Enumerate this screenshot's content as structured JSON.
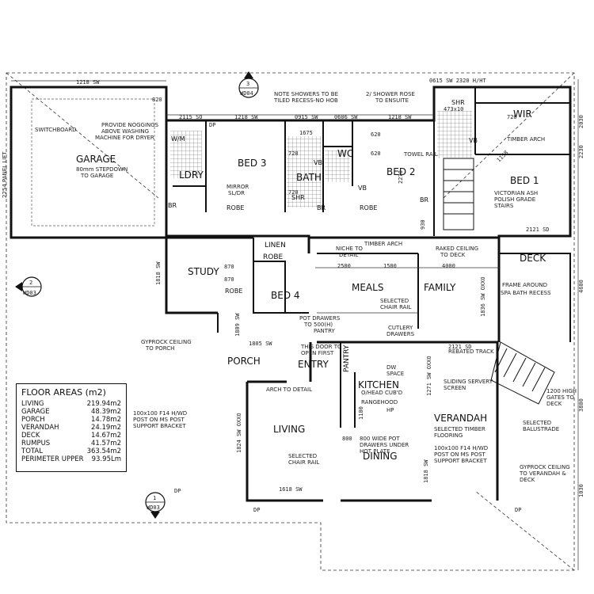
{
  "rooms": {
    "garage": "GARAGE",
    "ldry": "LDRY",
    "bed3": "BED 3",
    "bath": "BATH",
    "wc": "WC",
    "bed2": "BED 2",
    "wir": "WIR",
    "bed1": "BED 1",
    "study": "STUDY",
    "linen": "LINEN",
    "robe": "ROBE",
    "bed4": "BED 4",
    "meals": "MEALS",
    "family": "FAMILY",
    "deck": "DECK",
    "porch": "PORCH",
    "entry": "ENTRY",
    "pantry": "PANTRY",
    "kitchen": "KITCHEN",
    "verandah": "VERANDAH",
    "living": "LIVING",
    "dining": "DINING",
    "wm": "W/M",
    "br": "BR",
    "shr": "SHR",
    "vb": "VB"
  },
  "sections": {
    "s3": {
      "num": "3",
      "ref": "WD04"
    },
    "s2": {
      "num": "2",
      "ref": "WD03"
    },
    "s1": {
      "num": "1",
      "ref": "WD03"
    }
  },
  "notes": {
    "switchboard": "SWITCHBOARD",
    "noggings1": "PROVIDE NOGGINGS",
    "noggings2": "ABOVE WASHING",
    "noggings3": "MACHINE FOR DRYER",
    "stepdown1": "80mm STEPDOWN",
    "stepdown2": "TO GARAGE",
    "showers1": "NOTE SHOWERS TO BE",
    "showers2": "TILED RECESS-NO HOB",
    "rose1": "2/ SHOWER ROSE",
    "rose2": "TO ENSUITE",
    "towel": "TOWEL RAIL",
    "mirror1": "MIRROR",
    "mirror2": "SL/DR",
    "vicash1": "VICTORIAN ASH",
    "vicash2": "POLISH GRADE",
    "vicash3": "STAIRS",
    "timberarch1": "TIMBER ARCH",
    "timberarch2": "TIMBER ARCH",
    "niche1": "NICHE TO",
    "niche2": "DETAIL",
    "raked1": "RAKED CEILING",
    "raked2": "TO DECK",
    "frame1": "FRAME AROUND",
    "frame2": "SPA BATH RECESS",
    "chair1": "SELECTED",
    "chair2": "CHAIR RAIL",
    "potdrawers1": "POT DRAWERS",
    "potdrawers2": "TO 500(H)",
    "potdrawers3": "PANTRY",
    "cutlery1": "CUTLERY",
    "cutlery2": "DRAWERS",
    "rebated": "REBATED TRACK",
    "sliding1": "SLIDING SERVERY",
    "sliding2": "SCREEN",
    "gyproc1": "GYPROCK CEILING",
    "gyproc2": "TO PORCH",
    "door1": "THIS DOOR TO",
    "door2": "OPEN FIRST",
    "arch": "ARCH TO DETAIL",
    "overhead1": "O/HEAD CUB'D",
    "rangehood": "RANGEHOOD",
    "post1": "100x100 F14 H/WD",
    "post2": "POST ON MS POST",
    "post3": "SUPPORT BRACKET",
    "timberfloor1": "SELECTED TIMBER",
    "timberfloor2": "FLOORING",
    "post4": "100x100 F14 H/WD",
    "post5": "POST ON MS POST",
    "post6": "SUPPORT BRACKET",
    "gates1": "1200 HIGH",
    "gates2": "GATES TO",
    "gates3": "DECK",
    "balustrade1": "SELECTED",
    "balustrade2": "BALUSTRADE",
    "gyproc3": "GYPROCK CEILING",
    "gyproc4": "TO VERANDAH &",
    "gyproc5": "DECK",
    "wide1": "800 WIDE POT",
    "wide2": "DRAWERS UNDER",
    "wide3": "HOT PLATE",
    "chair3": "SELECTED",
    "chair4": "CHAIR RAIL",
    "panellift": "2254 PANEL LIFT",
    "dw": "DW",
    "space": "SPACE",
    "hp": "HP"
  },
  "dims": {
    "d1218a": "1218 SW",
    "d2115": "2115 SO",
    "d1218b": "1218 SW",
    "d0915": "0915 SW",
    "d0606": "0606 SW",
    "d1218c": "1218 SW",
    "d0615": "0615 SW 2320 H/HT",
    "d820a": "820",
    "d720a": "720",
    "d720b": "720",
    "d620a": "620",
    "d620b": "620",
    "d1675": "1675",
    "d2270": "2270",
    "d930": "930",
    "d2121a": "2121 SD",
    "d2500": "2500",
    "d1500": "1500",
    "d4000": "4000",
    "d1809": "1809 SW",
    "d1805": "1805 SW",
    "d2121b": "2121 SD",
    "d1271": "1271 SW OXXO",
    "d1824": "1824 SW OXXO",
    "d1618": "1618 SW",
    "d1818": "1818 SW",
    "d1100": "1100",
    "d800": "800",
    "d870a": "870",
    "d870b": "870",
    "d720c": "720",
    "d1158": "1158",
    "d3800": "3800",
    "d4600": "4600",
    "d2230": "2230",
    "d2030": "2030",
    "d1030": "1030",
    "d1818side": "1818 SW",
    "d1836": "1836 SW OXXO",
    "d4730": "473x10",
    "dp": "DP"
  },
  "floor_areas": {
    "title": "FLOOR AREAS (m2)",
    "rows": [
      {
        "label": "LIVING",
        "value": "219.94m2"
      },
      {
        "label": "GARAGE",
        "value": "48.39m2"
      },
      {
        "label": "PORCH",
        "value": "14.78m2"
      },
      {
        "label": "VERANDAH",
        "value": "24.19m2"
      },
      {
        "label": "DECK",
        "value": "14.67m2"
      },
      {
        "label": "RUMPUS",
        "value": "41.57m2"
      },
      {
        "label": "TOTAL",
        "value": "363.54m2"
      },
      {
        "label": "PERIMETER UPPER",
        "value": "93.95Lm"
      }
    ]
  },
  "colors": {
    "line": "#111111",
    "paper": "#ffffff"
  }
}
